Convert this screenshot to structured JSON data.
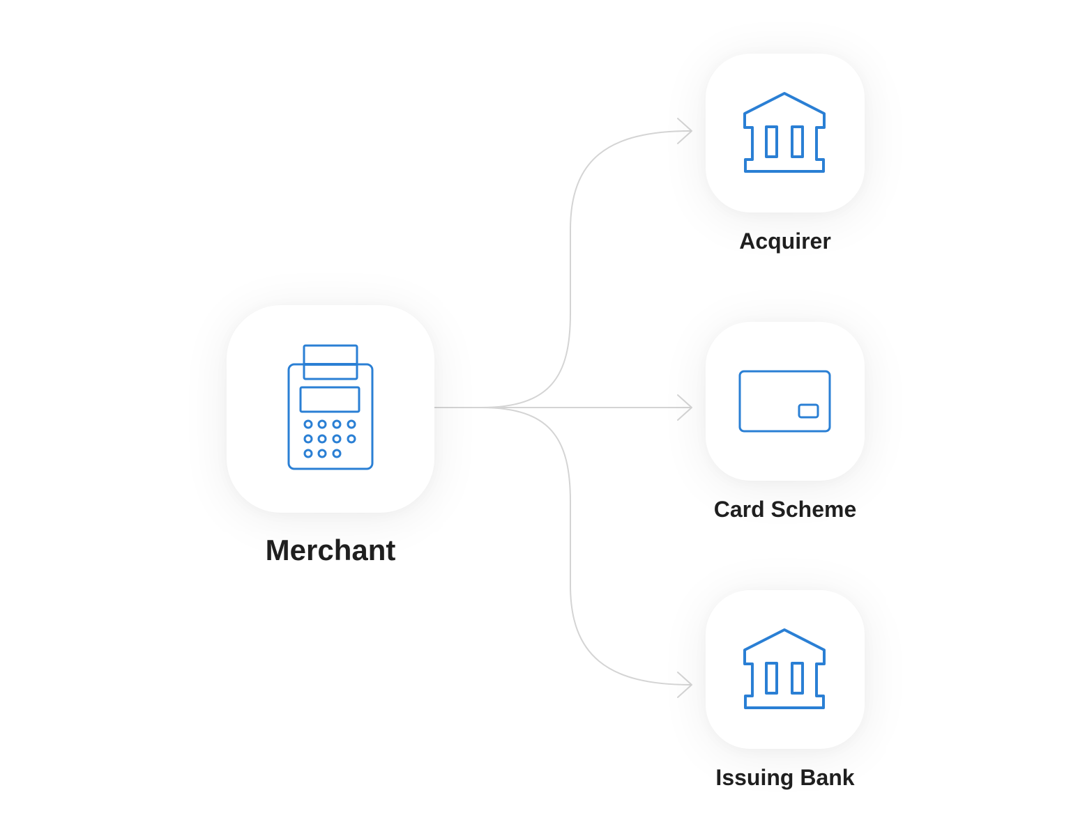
{
  "nodes": {
    "merchant": {
      "label": "Merchant",
      "icon": "payment-terminal-icon"
    },
    "acquirer": {
      "label": "Acquirer",
      "icon": "bank-icon"
    },
    "card_scheme": {
      "label": "Card Scheme",
      "icon": "credit-card-icon"
    },
    "issuing_bank": {
      "label": "Issuing Bank",
      "icon": "bank-icon"
    }
  },
  "edges": [
    {
      "from": "merchant",
      "to": "acquirer"
    },
    {
      "from": "merchant",
      "to": "card_scheme"
    },
    {
      "from": "merchant",
      "to": "issuing_bank"
    }
  ],
  "colors": {
    "icon_stroke": "#2a7fd4",
    "connector": "#d4d4d4",
    "label_text": "#1f1f1f",
    "background": "#ffffff"
  }
}
